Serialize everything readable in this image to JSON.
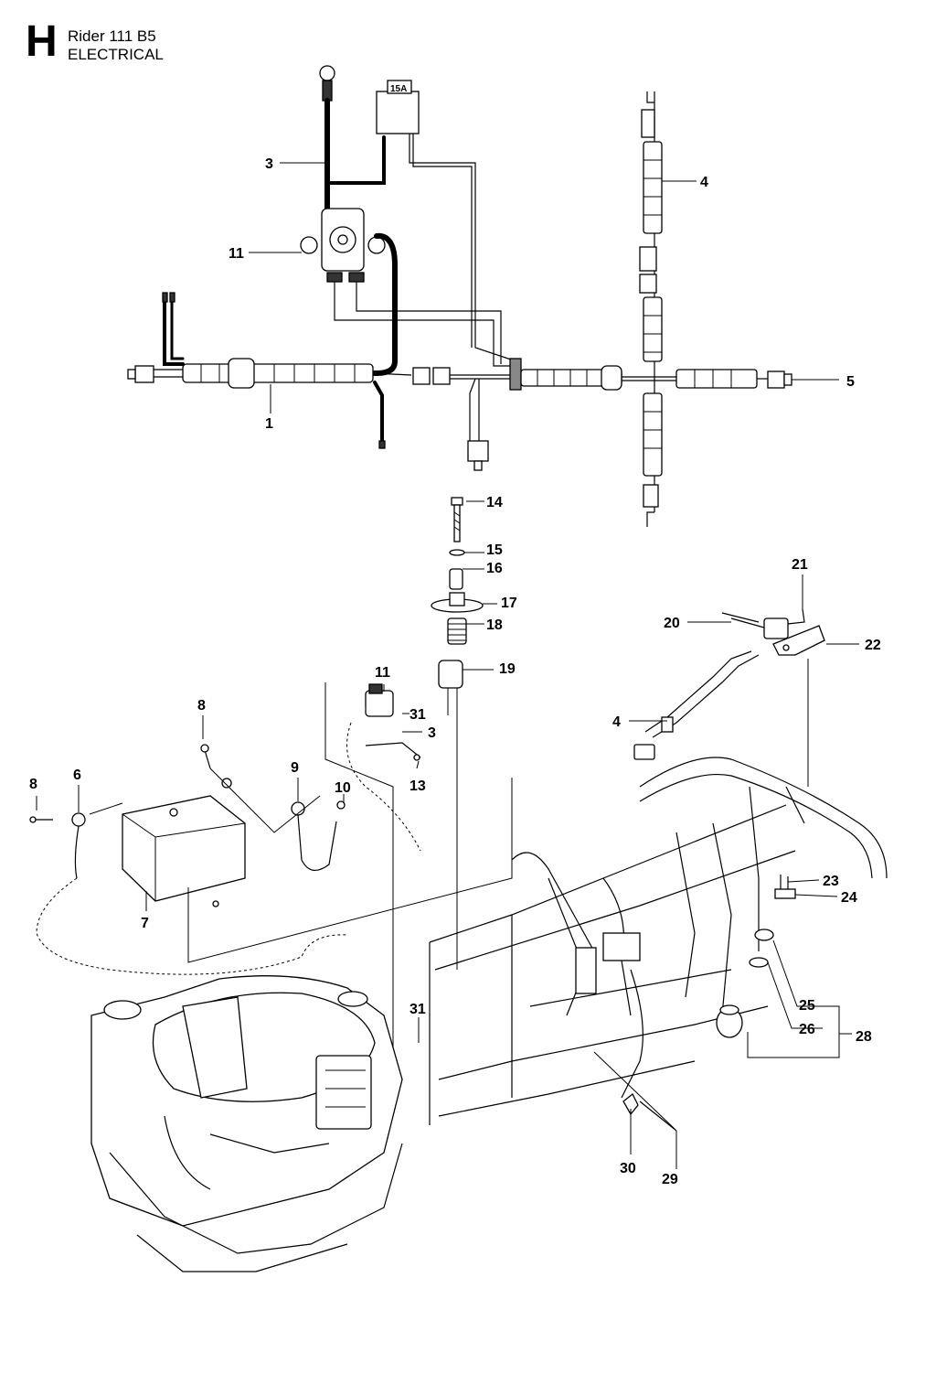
{
  "header": {
    "section_letter": "H",
    "model": "Rider 111 B5",
    "section_title": "ELECTRICAL"
  },
  "fuse_rating": "15A",
  "callouts": {
    "c1": "1",
    "c3a": "3",
    "c3b": "3",
    "c4a": "4",
    "c4b": "4",
    "c5": "5",
    "c6": "6",
    "c7": "7",
    "c8a": "8",
    "c8b": "8",
    "c9": "9",
    "c10": "10",
    "c11a": "11",
    "c11b": "11",
    "c13": "13",
    "c14": "14",
    "c15": "15",
    "c16": "16",
    "c17": "17",
    "c18": "18",
    "c19": "19",
    "c20": "20",
    "c21": "21",
    "c22": "22",
    "c23": "23",
    "c24": "24",
    "c25": "25",
    "c26": "26",
    "c28": "28",
    "c29": "29",
    "c30": "30",
    "c31a": "31",
    "c31b": "31"
  }
}
